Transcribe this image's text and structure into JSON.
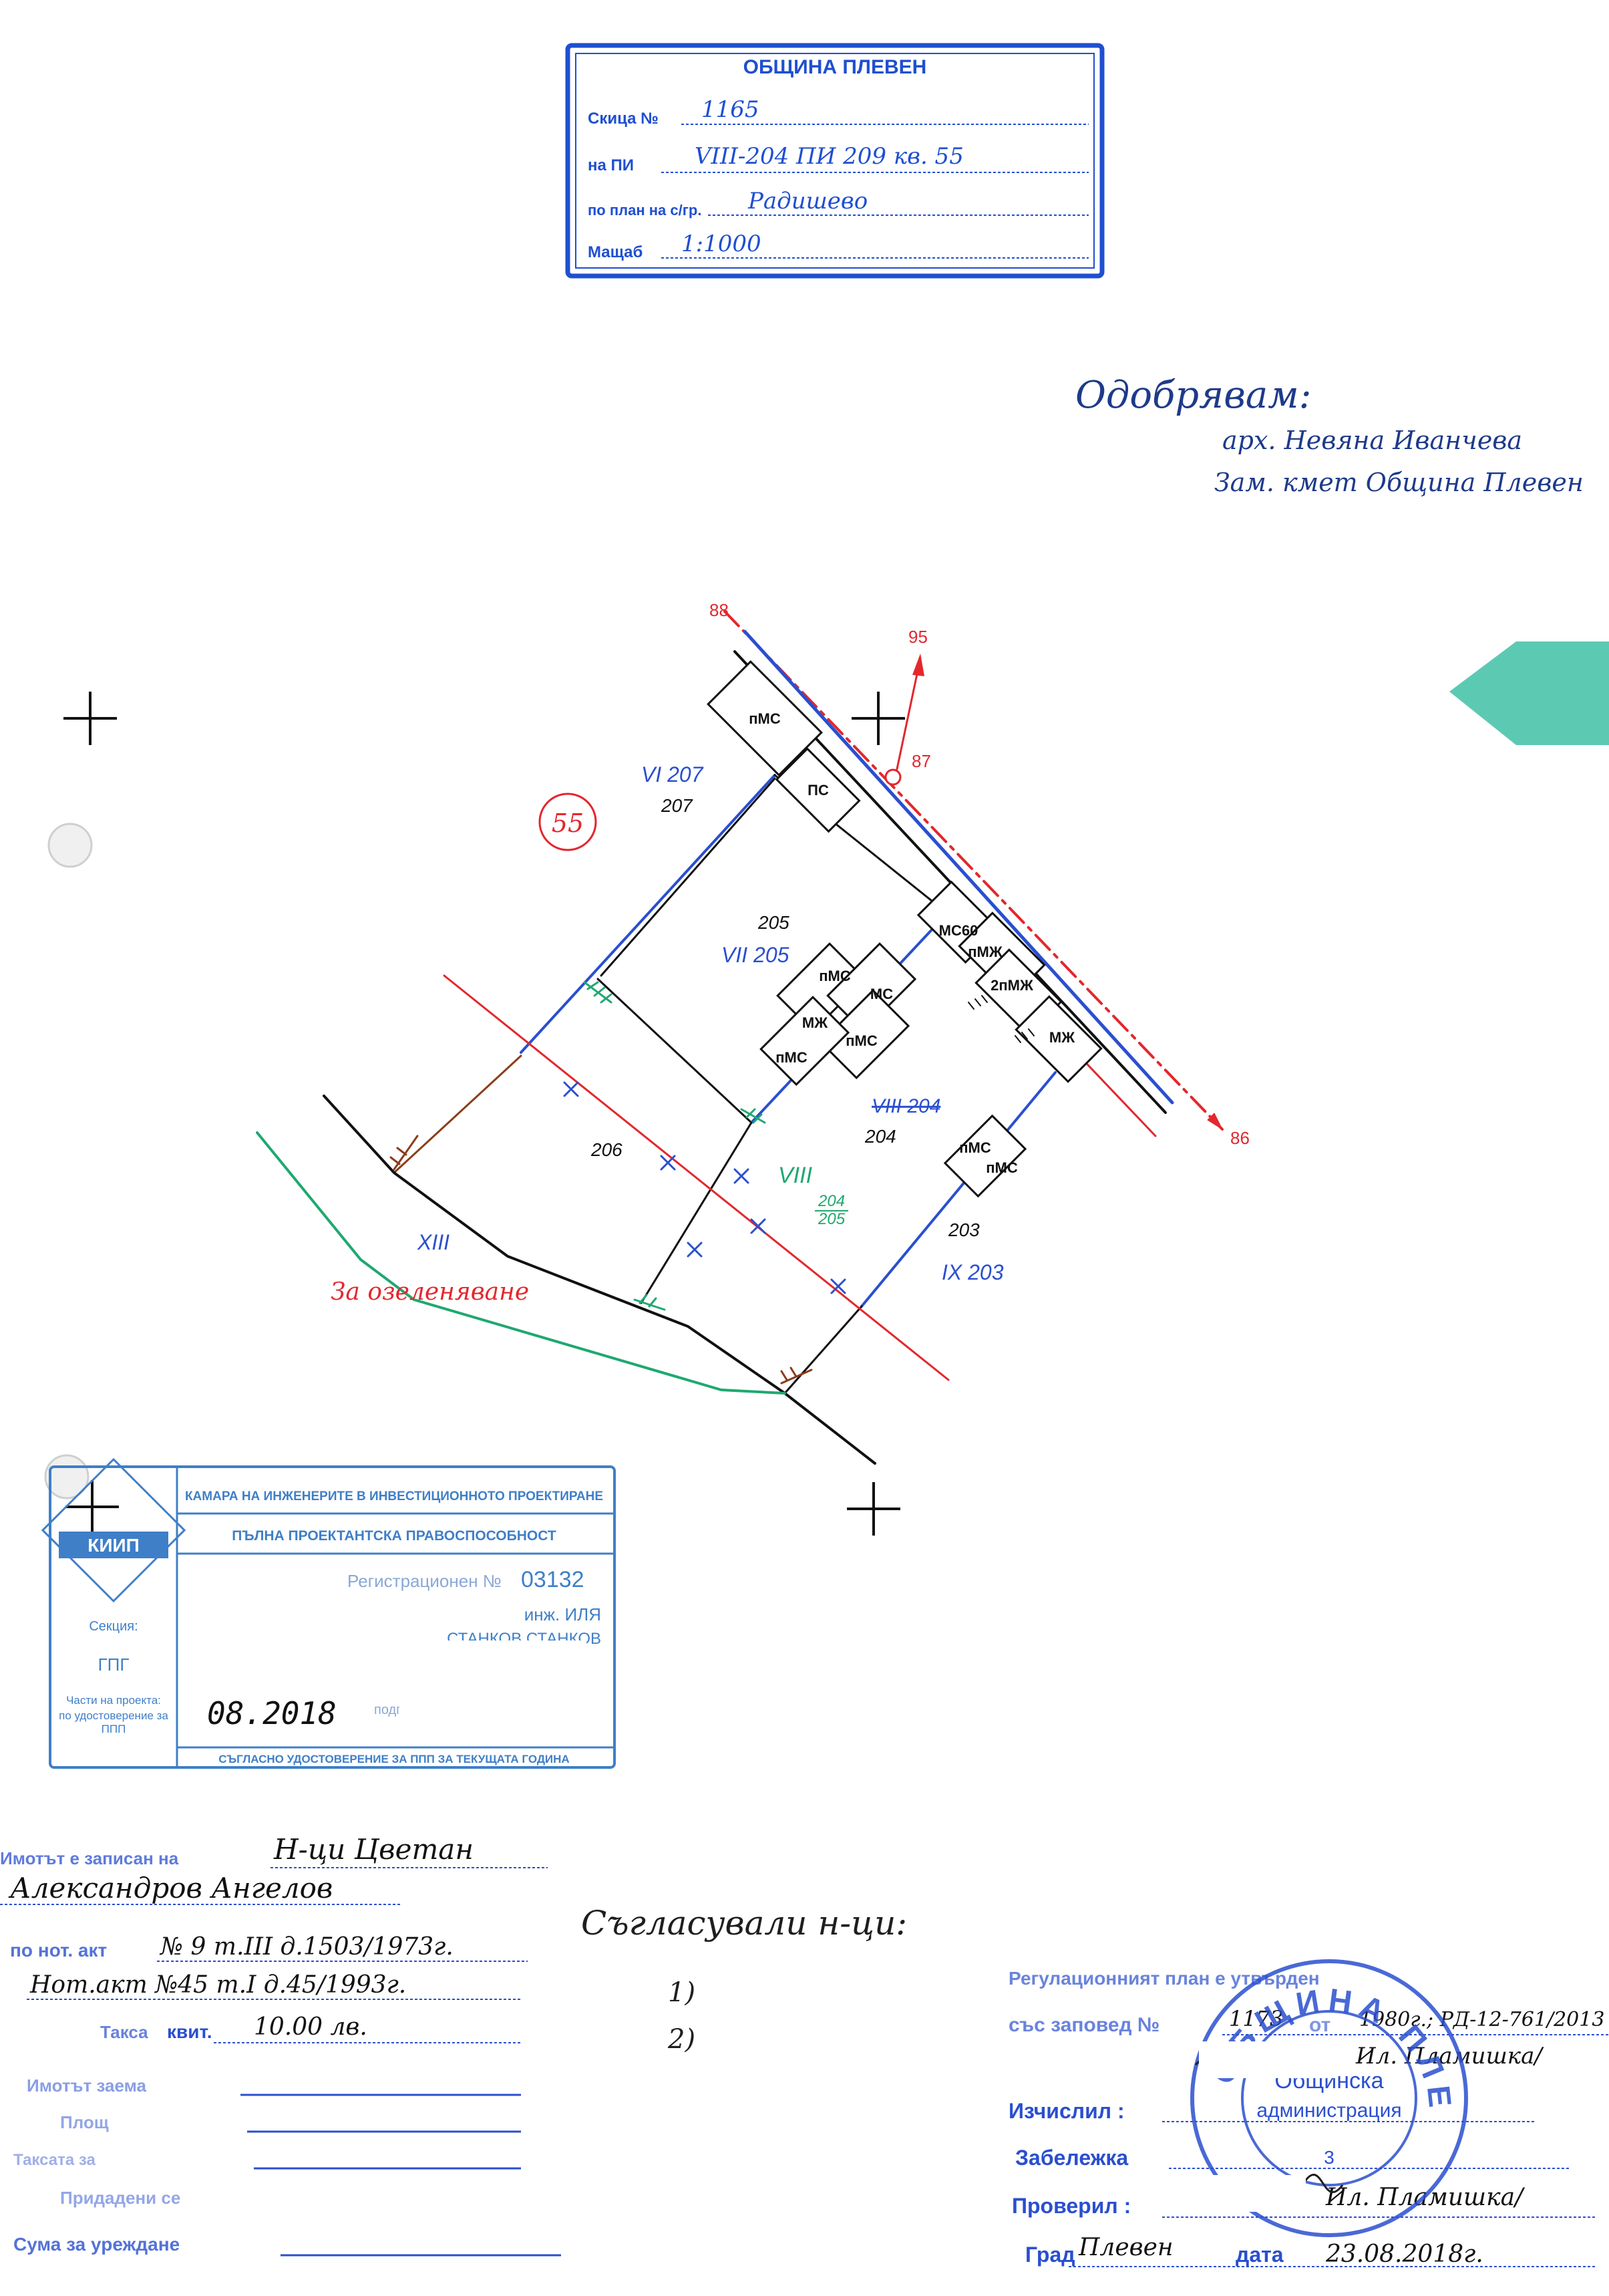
{
  "municipality_stamp": {
    "title": "ОБЩИНА ПЛЕВЕН",
    "rows": [
      {
        "label": "Скица №",
        "value": "1165"
      },
      {
        "label": "на ПИ",
        "value": "VIII-204 ПИ 209 кв. 55"
      },
      {
        "label": "по план на с/гр.",
        "value": "Радишево"
      },
      {
        "label": "Мащаб",
        "value": "1:1000"
      }
    ]
  },
  "approval": {
    "heading": "Одобрявам:",
    "name": "арх. Невяна Иванчева",
    "position": "Зам. кмет Община Плевен"
  },
  "plan": {
    "block_number": "55",
    "points": [
      "88",
      "95",
      "87",
      "86"
    ],
    "lots": {
      "vi_207": "VI 207",
      "n207": "207",
      "n205": "205",
      "vii_205": "VII 205",
      "viii_204": "VIII 204",
      "n204": "204",
      "n206": "206",
      "viii": "VIII",
      "frac_204": "204",
      "frac_205": "205",
      "n203": "203",
      "ix_203": "IX 203",
      "xiii": "XIII"
    },
    "buildings": {
      "b1": "пМС",
      "b2": "ПС",
      "b3": "МС60",
      "b4": "пМЖ",
      "b5": "2пМЖ",
      "b6": "МЖ",
      "b7": "пМС",
      "b8": "МС",
      "b9": "МЖ",
      "b10": "пМС",
      "b11": "пМС",
      "b12": "пМС",
      "b13": "пМС"
    },
    "greenery": "За озеленяване"
  },
  "engineer_stamp": {
    "title": "КАМАРА НА ИНЖЕНЕРИТЕ В ИНВЕСТИЦИОННОТО ПРОЕКТИРАНЕ",
    "subtitle": "ПЪЛНА ПРОЕКТАНТСКА ПРАВОСПОСОБНОСТ",
    "logo": "КИИП",
    "reg_label": "Регистрационен №",
    "reg_number": "03132",
    "engineer_line1": "инж. ИЛЯ",
    "engineer_line2": "СТАНКОВ СТАНКОВ",
    "section_label": "Секция:",
    "section_value": "ГПГ",
    "parts_label": "Части на проекта:",
    "parts_value": "по удостоверение за ППП",
    "signature_word": "подпис",
    "footer": "СЪГЛАСНО УДОСТОВЕРЕНИЕ ЗА ППП ЗА ТЕКУЩАТА ГОДИНА",
    "date": "08.2018"
  },
  "owner_block": {
    "line1_label": "Имотът е записан на",
    "line1_value": "Н-ци Цветан",
    "line2_value": "Александров Ангелов",
    "line3_label": "по нот. акт",
    "line3_value": "№ 9 т.III д.1503/1973г.",
    "line4_value": "Нот.акт №45 т.I д.45/1993г.",
    "line5_label": "Такса",
    "line5_mid": "квит.",
    "line5_value": "10.00 лв.",
    "line6_label": "Имотът заема",
    "line7_label": "Площ",
    "line8_label": "Таксата за",
    "line9_label": "Придадени се",
    "line10_label": "Сума за уреждане"
  },
  "agreements": {
    "heading": "Съгласували н-ци:",
    "item1": "1)",
    "item2": "2)"
  },
  "regulation_block": {
    "line1": "Регулационният план е утвърден",
    "line2_label": "със заповед №",
    "line2_value": "1173",
    "line2_mid": "от",
    "line2_value2": "1980г.; РД-12-761/2013",
    "line3_value": "Ил. Пламишка/",
    "line4_label": "Изчислил :",
    "line5_label": "Забележка",
    "line6_label": "Проверил :",
    "line6_value": "Ил. Пламишка/",
    "line7_label": "Град",
    "line7_value": "Плевен",
    "line7_mid": "дата",
    "line7_date": "23.08.2018г."
  },
  "round_stamp": {
    "outer": "ОБЩИНА ПЛЕВЕН",
    "inner_line1": "Общинска",
    "inner_line2": "администрация",
    "number": "3"
  },
  "colors": {
    "stamp_blue": "#1f4fd1",
    "plan_red": "#e3272d",
    "plan_blue": "#2a4fcf",
    "plan_green": "#1fa870",
    "tab_teal": "#3fbfa6",
    "kiip_blue": "#3f7fc8"
  }
}
